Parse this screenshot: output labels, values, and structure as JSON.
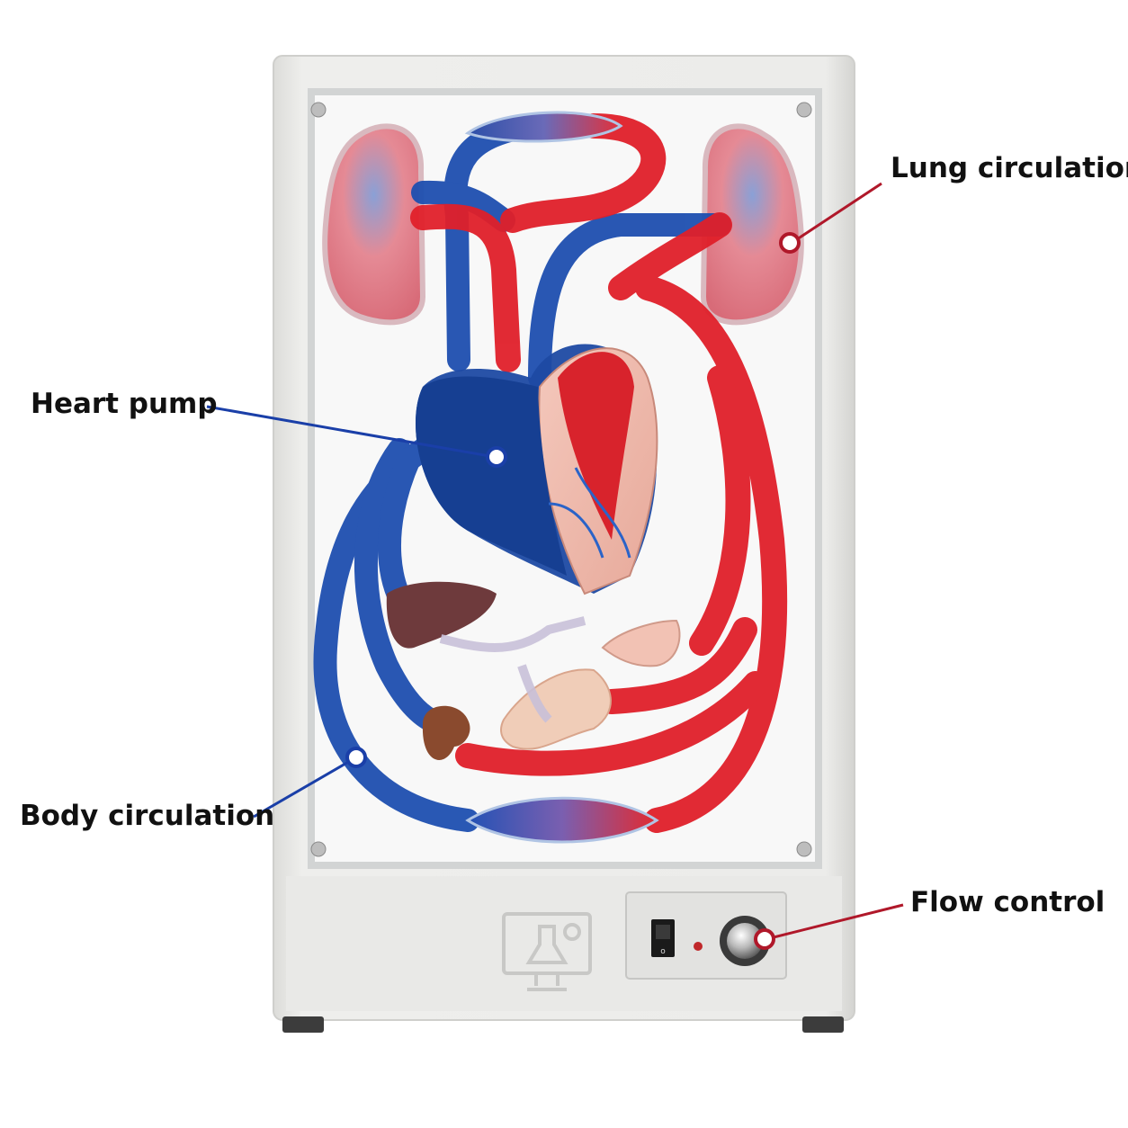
{
  "callouts": {
    "lung": "Lung circulation",
    "heart": "Heart pump",
    "body": "Body circulation",
    "flow": "Flow control"
  },
  "colors": {
    "arterial": "#e0202a",
    "venous": "#1e4fb0",
    "callout_red": "#b0182a",
    "callout_blue": "#1a3fa8",
    "frame": "#e6e6e4",
    "panel": "#f7f7f7"
  },
  "icons": {
    "logo": "lab-monitor-flask-icon",
    "switch": "power-rocker-switch-icon",
    "indicator": "led-indicator-icon",
    "knob": "rotary-knob-icon"
  }
}
